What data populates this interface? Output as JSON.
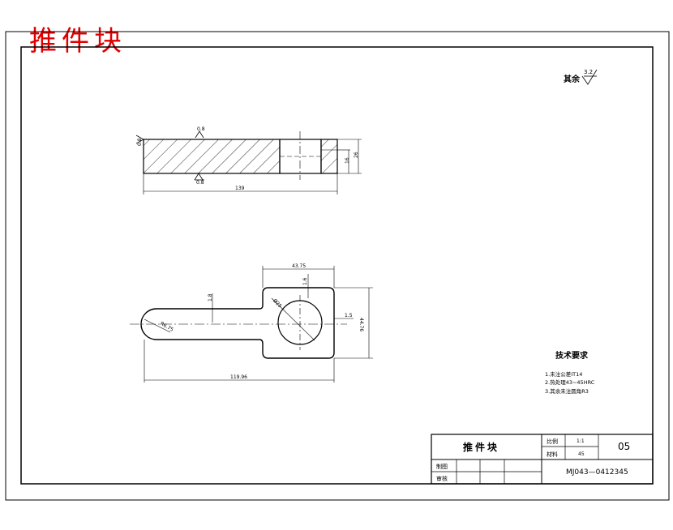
{
  "drawing": {
    "header_title": "推件块",
    "roughness_other_label": "其余",
    "roughness_other_value": "3.2",
    "roughness_top": "0.8",
    "roughness_bottom": "0.8",
    "roughness_left": "0.8"
  },
  "dimensions": {
    "front_length": "139",
    "front_height": "26",
    "front_depth": "16",
    "top_width": "43.75",
    "top_slot_depth": "1.6",
    "neck_width": "1.8",
    "hole_dia": "Ø25",
    "right_offset": "1.5",
    "height_total": "44.76",
    "tip_radius": "R6.75",
    "bottom_length": "119.96"
  },
  "tech_requirements": {
    "title": "技术要求",
    "items": [
      "1.未注公差IT14",
      "2.热处理43~45HRC",
      "3.其余未注圆角R3"
    ]
  },
  "title_block": {
    "part_name": "推件块",
    "scale_label": "比例",
    "scale_value": "1:1",
    "material_label": "材料",
    "material_value": "45",
    "sheet_no": "05",
    "drawn_label": "制图",
    "checked_label": "审核",
    "drawing_no": "MJ043—0412345"
  }
}
